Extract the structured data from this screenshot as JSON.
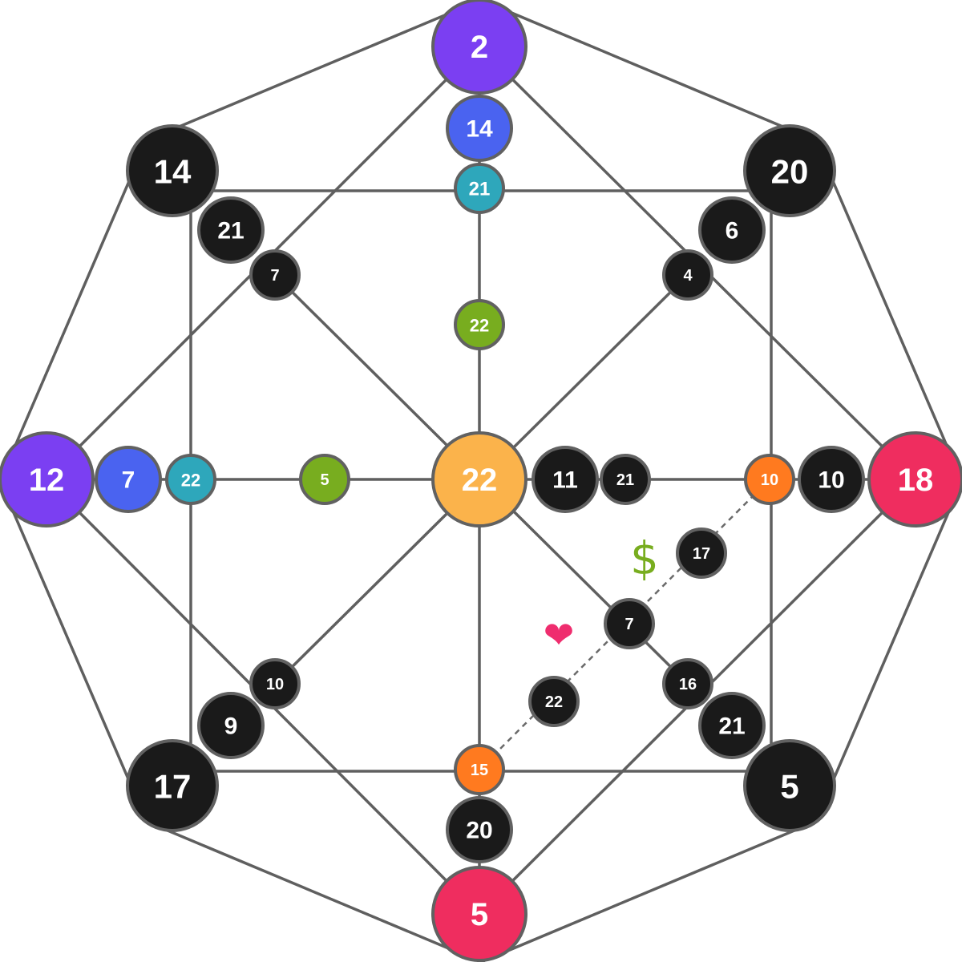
{
  "colors": {
    "line": "#5f5f5f",
    "node_ring": "#616161",
    "black": "#1a1a1a",
    "purple": "#7b3ff2",
    "blue": "#4a63f0",
    "teal": "#2ea7bb",
    "green": "#78ad1f",
    "orange": "#ff7a1f",
    "yellow": "#fbb34b",
    "pink": "#ef2d5f",
    "heart": "#ef2d6e",
    "dollar": "#78ad1f"
  },
  "nodes": [
    {
      "id": "top",
      "label": "2",
      "color": "purple"
    },
    {
      "id": "top-inner",
      "label": "14",
      "color": "blue"
    },
    {
      "id": "top-square",
      "label": "21",
      "color": "teal"
    },
    {
      "id": "top-mid",
      "label": "22",
      "color": "green"
    },
    {
      "id": "left",
      "label": "12",
      "color": "purple"
    },
    {
      "id": "left-inner",
      "label": "7",
      "color": "blue"
    },
    {
      "id": "left-square",
      "label": "22",
      "color": "teal"
    },
    {
      "id": "left-mid",
      "label": "5",
      "color": "green"
    },
    {
      "id": "center",
      "label": "22",
      "color": "yellow"
    },
    {
      "id": "right",
      "label": "18",
      "color": "pink"
    },
    {
      "id": "right-inner",
      "label": "10",
      "color": "black"
    },
    {
      "id": "right-square",
      "label": "10",
      "color": "orange"
    },
    {
      "id": "right-mid-a",
      "label": "11",
      "color": "black"
    },
    {
      "id": "right-mid-b",
      "label": "21",
      "color": "black"
    },
    {
      "id": "bottom",
      "label": "5",
      "color": "pink"
    },
    {
      "id": "bottom-inner",
      "label": "20",
      "color": "black"
    },
    {
      "id": "bottom-square",
      "label": "15",
      "color": "orange"
    },
    {
      "id": "top-left-corner",
      "label": "14",
      "color": "black"
    },
    {
      "id": "top-left-inner",
      "label": "21",
      "color": "black"
    },
    {
      "id": "top-left-cross",
      "label": "7",
      "color": "black"
    },
    {
      "id": "top-right-corner",
      "label": "20",
      "color": "black"
    },
    {
      "id": "top-right-inner",
      "label": "6",
      "color": "black"
    },
    {
      "id": "top-right-cross",
      "label": "4",
      "color": "black"
    },
    {
      "id": "bottom-left-corner",
      "label": "17",
      "color": "black"
    },
    {
      "id": "bottom-left-inner",
      "label": "9",
      "color": "black"
    },
    {
      "id": "bottom-left-cross",
      "label": "10",
      "color": "black"
    },
    {
      "id": "bottom-right-corner",
      "label": "5",
      "color": "black"
    },
    {
      "id": "bottom-right-inner",
      "label": "21",
      "color": "black"
    },
    {
      "id": "bottom-right-cross",
      "label": "16",
      "color": "black"
    },
    {
      "id": "diag-mid",
      "label": "7",
      "color": "black"
    },
    {
      "id": "dashed-upper",
      "label": "17",
      "color": "black"
    },
    {
      "id": "dashed-lower",
      "label": "22",
      "color": "black"
    }
  ],
  "symbols": {
    "dollar": "$",
    "heart": "❤"
  },
  "icons": [
    "dollar-icon",
    "heart-icon"
  ]
}
